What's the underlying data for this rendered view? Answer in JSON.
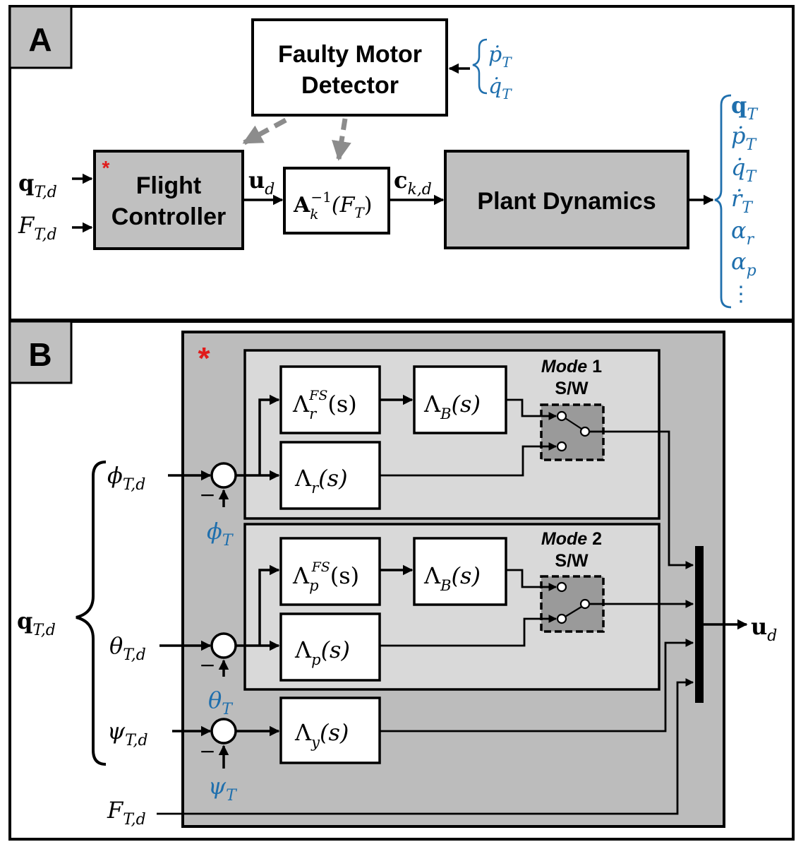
{
  "panel_a": {
    "label": "A",
    "asterisk": "*",
    "detector": {
      "line1": "Faulty Motor",
      "line2": "Detector"
    },
    "detector_inputs": {
      "p": "ṗ",
      "q": "q̇",
      "sub": "T"
    },
    "flight_controller": {
      "line1": "Flight",
      "line2": "Controller"
    },
    "inputs": [
      {
        "symbol": "q",
        "sub": "T,d"
      },
      {
        "symbol": "F",
        "sub": "T,d"
      }
    ],
    "u_label": {
      "symbol": "u",
      "sub": "d"
    },
    "alloc_block": {
      "A": "A",
      "sub": "k",
      "sup": "−1",
      "arg_open": "(F",
      "arg_sub": "T",
      "arg_close": ")"
    },
    "c_label": {
      "symbol": "c",
      "sub": "k,d"
    },
    "plant": "Plant Dynamics",
    "outputs": [
      {
        "symbol": "q",
        "sub": "T"
      },
      {
        "symbol": "ṗ",
        "sub": "T"
      },
      {
        "symbol": "q̇",
        "sub": "T"
      },
      {
        "symbol": "ṙ",
        "sub": "T"
      },
      {
        "symbol": "α",
        "sub": "r"
      },
      {
        "symbol": "α",
        "sub": "p"
      }
    ],
    "outputs_more": "⋮"
  },
  "panel_b": {
    "label": "B",
    "asterisk": "*",
    "mode1": {
      "word": "Mode",
      "num": "1",
      "sw": "S/W"
    },
    "mode2": {
      "word": "Mode",
      "num": "2",
      "sw": "S/W"
    },
    "lambda": "Λ",
    "blocks": {
      "r_fs": {
        "sub": "r",
        "sup": "FS",
        "arg": "(s)"
      },
      "b1": {
        "sub": "B",
        "arg": "(s)"
      },
      "r": {
        "sub": "r",
        "arg": "(s)"
      },
      "p_fs": {
        "sub": "p",
        "sup": "FS",
        "arg": "(s)"
      },
      "b2": {
        "sub": "B",
        "arg": "(s)"
      },
      "p": {
        "sub": "p",
        "arg": "(s)"
      },
      "y": {
        "sub": "y",
        "arg": "(s)"
      }
    },
    "inputs": {
      "phi": {
        "symbol": "ϕ",
        "sub": "T,d"
      },
      "theta": {
        "symbol": "θ",
        "sub": "T,d"
      },
      "psi": {
        "symbol": "ψ",
        "sub": "T,d"
      },
      "f": {
        "symbol": "F",
        "sub": "T,d"
      }
    },
    "q_group": {
      "symbol": "q",
      "sub": "T,d"
    },
    "feedback": {
      "phi": {
        "symbol": "ϕ",
        "sub": "T"
      },
      "theta": {
        "symbol": "θ",
        "sub": "T"
      },
      "psi": {
        "symbol": "ψ",
        "sub": "T"
      }
    },
    "minus": "−",
    "output": {
      "symbol": "u",
      "sub": "d"
    }
  }
}
